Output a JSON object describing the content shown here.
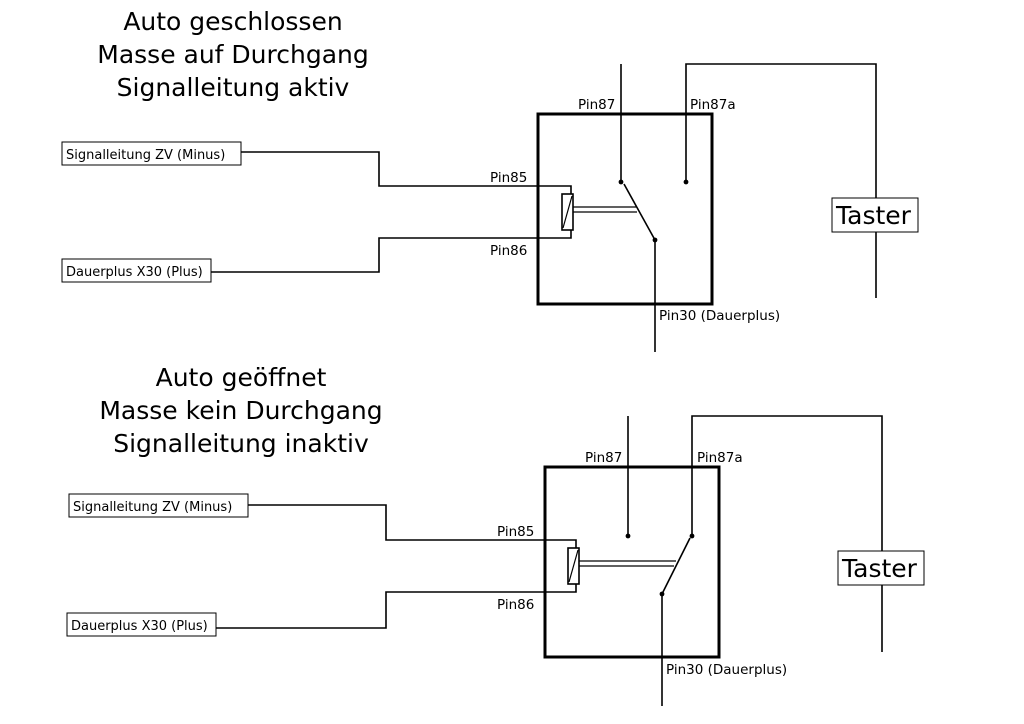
{
  "diagrams": [
    {
      "title_lines": [
        "Auto geschlossen",
        "Masse auf Durchgang",
        "Signalleitung aktiv"
      ],
      "pins": {
        "p87": "Pin87",
        "p87a": "Pin87a",
        "p85": "Pin85",
        "p86": "Pin86",
        "p30": "Pin30 (Dauerplus)"
      },
      "signal_label": "Signalleitung ZV (Minus)",
      "plus_label": "Dauerplus X30 (Plus)",
      "taster_label": "Taster",
      "switch_contact": "Pin87",
      "taster_wired_to": "Pin87a"
    },
    {
      "title_lines": [
        "Auto geöffnet",
        "Masse kein Durchgang",
        "Signalleitung inaktiv"
      ],
      "pins": {
        "p87": "Pin87",
        "p87a": "Pin87a",
        "p85": "Pin85",
        "p86": "Pin86",
        "p30": "Pin30 (Dauerplus)"
      },
      "signal_label": "Signalleitung ZV (Minus)",
      "plus_label": "Dauerplus X30 (Plus)",
      "taster_label": "Taster",
      "switch_contact": "Pin87a",
      "taster_wired_to": "Pin87a"
    }
  ]
}
